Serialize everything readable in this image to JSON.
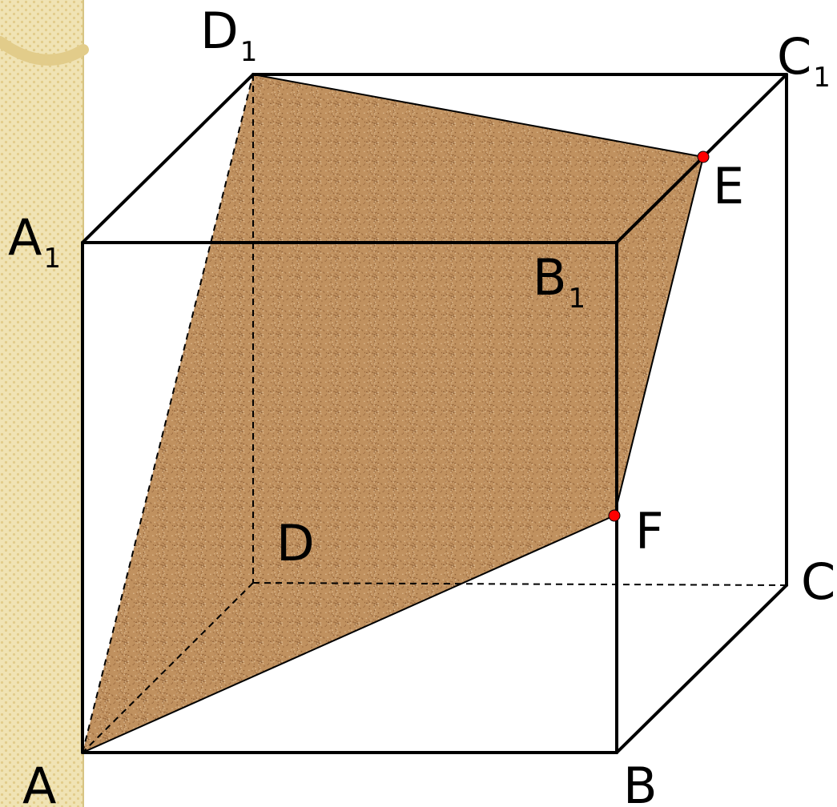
{
  "colors": {
    "sidebar": "#f0e3b4",
    "sidebar_dot": "#e2cc8a",
    "sidebar_edge": "#d7c483",
    "page": "#ffffff",
    "edge": "#000000",
    "section_fill": "#c0915f",
    "section_speckle_dark": "#8a5a32",
    "section_speckle_light": "#e3c39a",
    "marker": "#ff0000"
  },
  "labels": {
    "A": {
      "main": "A",
      "sub": ""
    },
    "B": {
      "main": "B",
      "sub": ""
    },
    "C": {
      "main": "C",
      "sub": ""
    },
    "D": {
      "main": "D",
      "sub": ""
    },
    "A1": {
      "main": "A",
      "sub": "1"
    },
    "B1": {
      "main": "B",
      "sub": "1"
    },
    "C1": {
      "main": "C",
      "sub": "1"
    },
    "D1": {
      "main": "D",
      "sub": "1"
    },
    "E": {
      "main": "E",
      "sub": ""
    },
    "F": {
      "main": "F",
      "sub": ""
    }
  },
  "section": {
    "vertices": [
      "A",
      "F",
      "E",
      "D1"
    ],
    "texture": "sand-speckle"
  },
  "hidden_edges": [
    "D1-D",
    "D-A",
    "D-C",
    "A-D1"
  ],
  "visible_edges": [
    "A-B",
    "B-B1",
    "A-A1",
    "A1-B1",
    "A1-D1",
    "D1-C1",
    "C1-C",
    "C-B",
    "B1-C1"
  ],
  "marked_points": [
    "E",
    "F"
  ]
}
